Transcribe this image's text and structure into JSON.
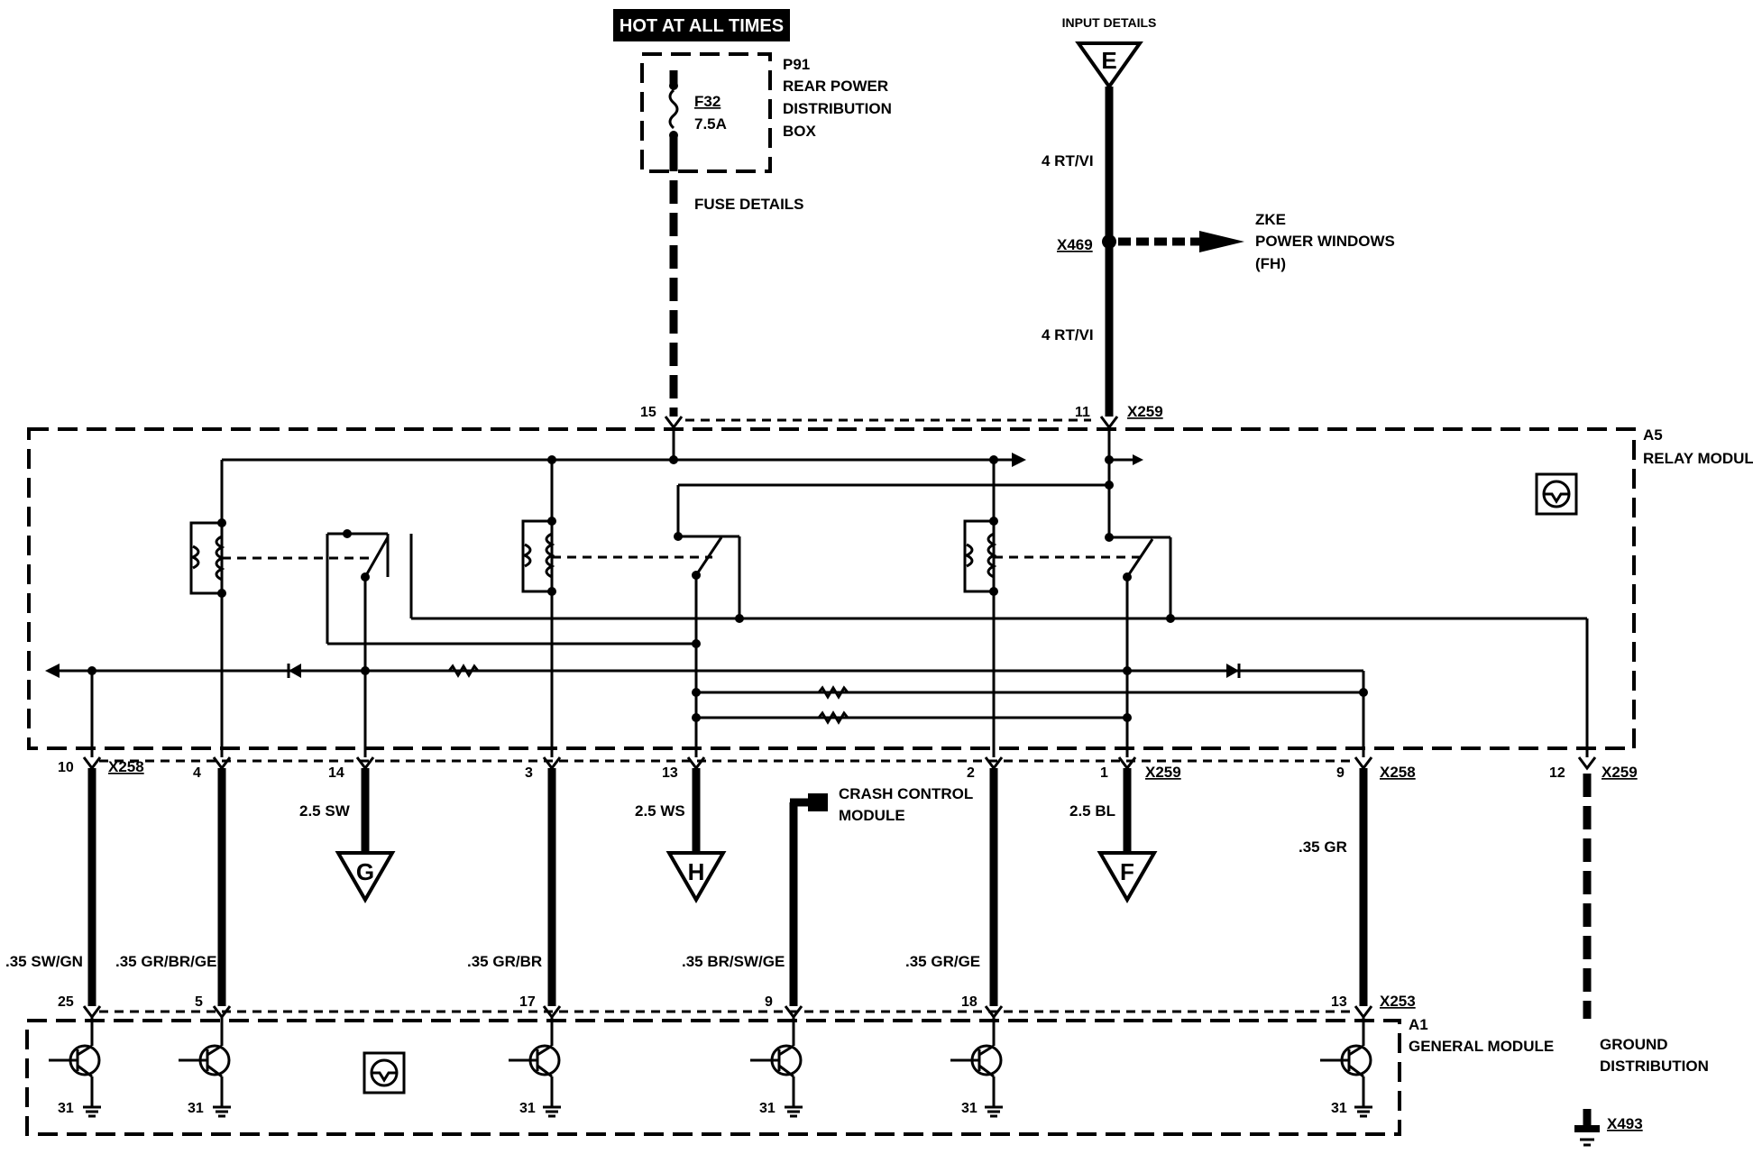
{
  "power": {
    "hot_label": "HOT AT ALL TIMES",
    "fuse_box_id": "P91",
    "fuse_box_name_1": "REAR POWER",
    "fuse_box_name_2": "DISTRIBUTION",
    "fuse_box_name_3": "BOX",
    "fuse_id": "F32",
    "fuse_rating": "7.5A",
    "fuse_details": "FUSE DETAILS"
  },
  "input": {
    "title": "INPUT DETAILS",
    "marker": "E",
    "wire_upper": "4 RT/VI",
    "wire_lower": "4 RT/VI",
    "splice": "X469",
    "zke_1": "ZKE",
    "zke_2": "POWER WINDOWS",
    "zke_3": "(FH)"
  },
  "relay_module": {
    "id": "A5",
    "name": "RELAY MODULE",
    "top_pins": [
      {
        "pin": "15"
      },
      {
        "pin": "11",
        "connector": "X259"
      }
    ],
    "bottom_pins": [
      {
        "pin": "10",
        "connector": "X258"
      },
      {
        "pin": "4"
      },
      {
        "pin": "14"
      },
      {
        "pin": "3"
      },
      {
        "pin": "13"
      },
      {
        "pin": "2"
      },
      {
        "pin": "1",
        "connector": "X259"
      },
      {
        "pin": "9",
        "connector": "X258"
      },
      {
        "pin": "12",
        "connector": "X259"
      }
    ]
  },
  "outputs": {
    "g_wire": "2.5 SW",
    "g_marker": "G",
    "h_wire": "2.5 WS",
    "h_marker": "H",
    "f_wire": "2.5 BL",
    "f_marker": "F",
    "gr_wire": ".35 GR"
  },
  "crash": {
    "line1": "CRASH CONTROL",
    "line2": "MODULE"
  },
  "wires": [
    {
      "label": ".35 SW/GN"
    },
    {
      "label": ".35 GR/BR/GE"
    },
    {
      "label": ".35 GR/BR"
    },
    {
      "label": ".35 BR/SW/GE"
    },
    {
      "label": ".35 GR/GE"
    }
  ],
  "general_module": {
    "id": "A1",
    "name": "GENERAL MODULE",
    "connector": "X253",
    "pins": [
      "25",
      "5",
      "17",
      "9",
      "18",
      "13"
    ],
    "ground_pin": "31"
  },
  "ground": {
    "line1": "GROUND",
    "line2": "DISTRIBUTION",
    "connector": "X493"
  }
}
